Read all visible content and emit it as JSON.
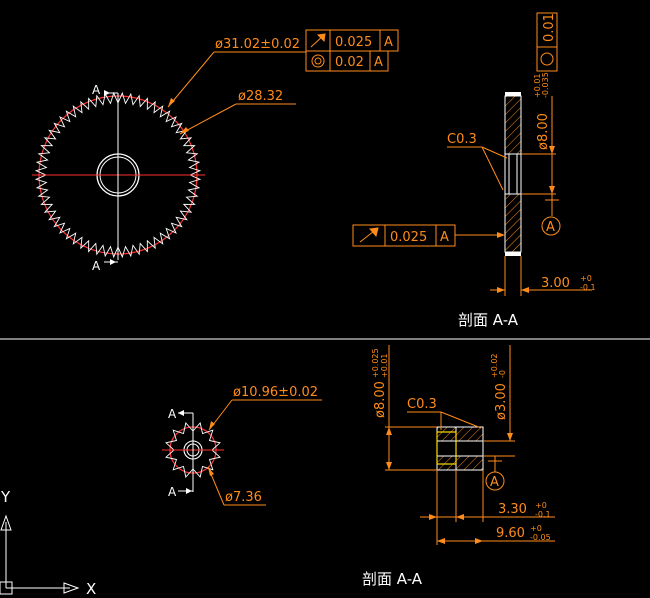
{
  "gear_large": {
    "outer_dia": "ø31.02±0.02",
    "root_dia": "ø28.32",
    "section_mark_top": "A",
    "section_mark_bottom": "A",
    "teeth": 60
  },
  "fcf_runout_large": {
    "tolerance": "0.025",
    "datum": "A"
  },
  "fcf_concentricity": {
    "tolerance": "0.02",
    "datum": "A"
  },
  "fcf_flatness": {
    "tolerance": "0.01"
  },
  "section_large": {
    "chamfer": "C0.3",
    "bore_dia": "ø8.00",
    "bore_tol_upper": "+0.01",
    "bore_tol_lower": "-0.035",
    "thickness": "3.00",
    "thickness_tol_upper": "+0",
    "thickness_tol_lower": "-0.1",
    "datum": "A",
    "caption": "剖面 A-A"
  },
  "fcf_runout_section": {
    "tolerance": "0.025",
    "datum": "A"
  },
  "gear_small": {
    "outer_dia": "ø10.96±0.02",
    "root_dia": "ø7.36",
    "section_mark_top": "A",
    "section_mark_bottom": "A",
    "teeth": 12
  },
  "section_small": {
    "chamfer": "C0.3",
    "bore_dia": "ø8.00",
    "bore_tol_upper": "+0.025",
    "bore_tol_lower": "+0.01",
    "shaft_dia": "ø3.00",
    "shaft_tol_upper": "+0.02",
    "shaft_tol_lower": "-0",
    "width_a": "3.30",
    "width_a_tol_upper": "+0",
    "width_a_tol_lower": "-0.1",
    "width_b": "9.60",
    "width_b_tol_upper": "+0",
    "width_b_tol_lower": "-0.05",
    "datum": "A",
    "caption": "剖面 A-A"
  },
  "ucs": {
    "x_label": "X",
    "y_label": "Y"
  }
}
